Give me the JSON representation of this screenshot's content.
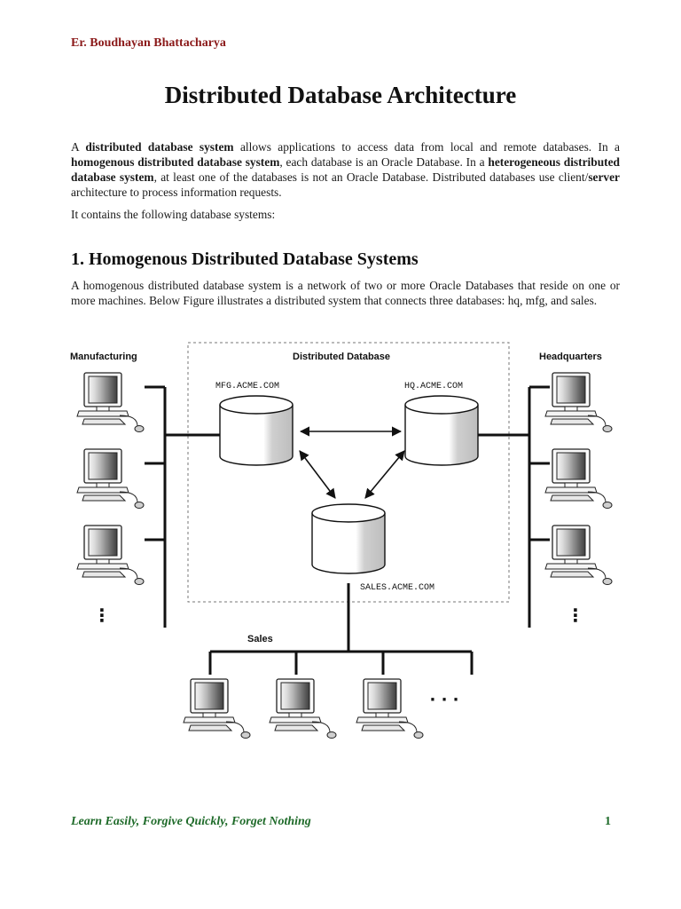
{
  "header": {
    "author": "Er. Boudhayan Bhattacharya",
    "title": "Distributed Database Architecture"
  },
  "intro": {
    "p1": [
      {
        "t": "A ",
        "b": false
      },
      {
        "t": "distributed database system",
        "b": true
      },
      {
        "t": " allows applications to access data from local and remote databases. In a ",
        "b": false
      },
      {
        "t": "homogenous distributed database system",
        "b": true
      },
      {
        "t": ", each database is an Oracle Database. In a ",
        "b": false
      },
      {
        "t": "heterogeneous distributed database system",
        "b": true
      },
      {
        "t": ", at least one of the databases is not an Oracle Database. Distributed databases use client/",
        "b": false
      },
      {
        "t": "server",
        "b": true
      },
      {
        "t": " architecture to process information requests.",
        "b": false
      }
    ],
    "p2": "It contains the following database systems:"
  },
  "section1": {
    "heading": "1. Homogenous Distributed Database Systems",
    "text": "A homogenous distributed database system is a network of two or more Oracle Databases that reside on one or more machines. Below Figure illustrates a distributed system that connects three databases: hq, mfg, and sales."
  },
  "diagram": {
    "labels": {
      "manufacturing": "Manufacturing",
      "distributed_database": "Distributed Database",
      "headquarters": "Headquarters",
      "sales": "Sales"
    },
    "databases": {
      "mfg": "MFG.ACME.COM",
      "hq": "HQ.ACME.COM",
      "sales": "SALES.ACME.COM"
    },
    "ellipsis_vertical": "⋮",
    "ellipsis_horizontal": "· · ·"
  },
  "footer": {
    "motto": "Learn Easily, Forgive Quickly, Forget Nothing",
    "page": "1"
  },
  "colors": {
    "author": "#8b1a1a",
    "footer": "#1f6b2a"
  }
}
